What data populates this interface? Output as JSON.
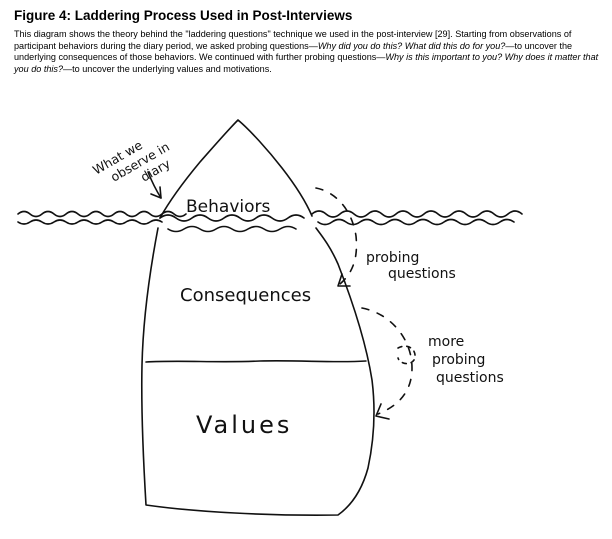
{
  "figure": {
    "title": "Figure 4: Laddering Process Used in Post-Interviews",
    "caption": {
      "part1": "This diagram shows the theory behind the \"laddering questions\" technique we used in the post-interview [29]. Starting from observations of participant behaviors during the diary period, we asked probing questions—",
      "italic1": "Why did you do this? What did this do for you?",
      "part2": "—to uncover the underlying consequences of those behaviors. We continued with further probing questions—",
      "italic2": "Why is this important to you? Why does it matter that you do this?",
      "part3": "—to uncover the underlying values and motivations."
    }
  },
  "diagram": {
    "observe_note": [
      "What we",
      "observe in",
      "diary"
    ],
    "layers": {
      "behaviors": "Behaviors",
      "consequences": "Consequences",
      "values": "Values"
    },
    "probing_note": [
      "probing",
      "questions"
    ],
    "more_probing_note": [
      "more",
      "probing",
      "questions"
    ]
  }
}
